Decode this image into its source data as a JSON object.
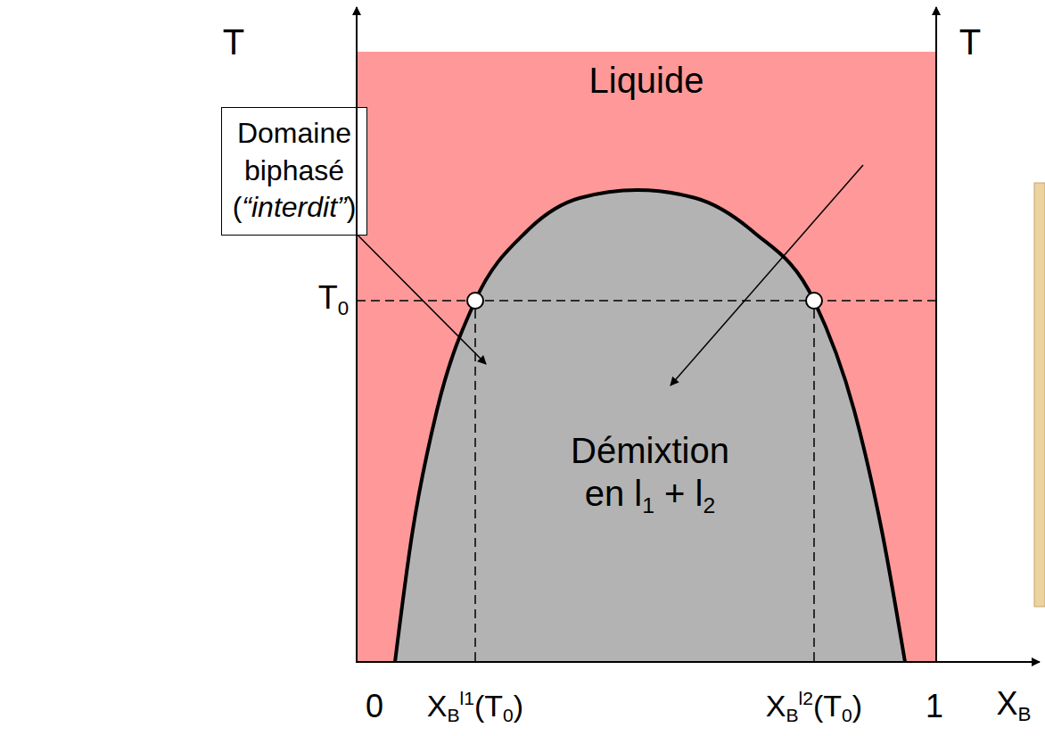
{
  "diagram": {
    "nodes": [
      {
        "text": [
          "Liquide"
        ]
      },
      {
        "text": [
          "Démixtion en l1 + l2"
        ],
        "in": 0
      },
      {
        "text": [
          "Domaine biphasé (“interdit”)"
        ]
      }
    ],
    "edges": [
      {
        "from": 2,
        "to": 1,
        "arrow": "to"
      }
    ],
    "labels": [
      "T",
      "T",
      "T0",
      "0",
      "XBl1(T0)",
      "XBl2(T0)",
      "1",
      "XB"
    ]
  }
}
